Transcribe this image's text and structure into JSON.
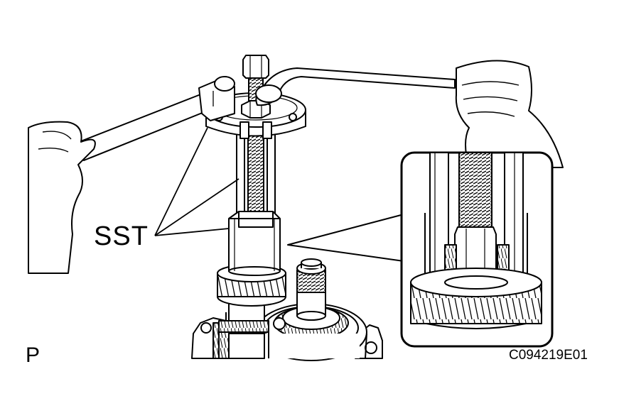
{
  "labels": {
    "sst": "SST",
    "view_letter": "P",
    "figure_code": "C094219E01"
  },
  "colors": {
    "ink": "#000000",
    "paper": "#ffffff",
    "shade": "#bdbdbd"
  }
}
